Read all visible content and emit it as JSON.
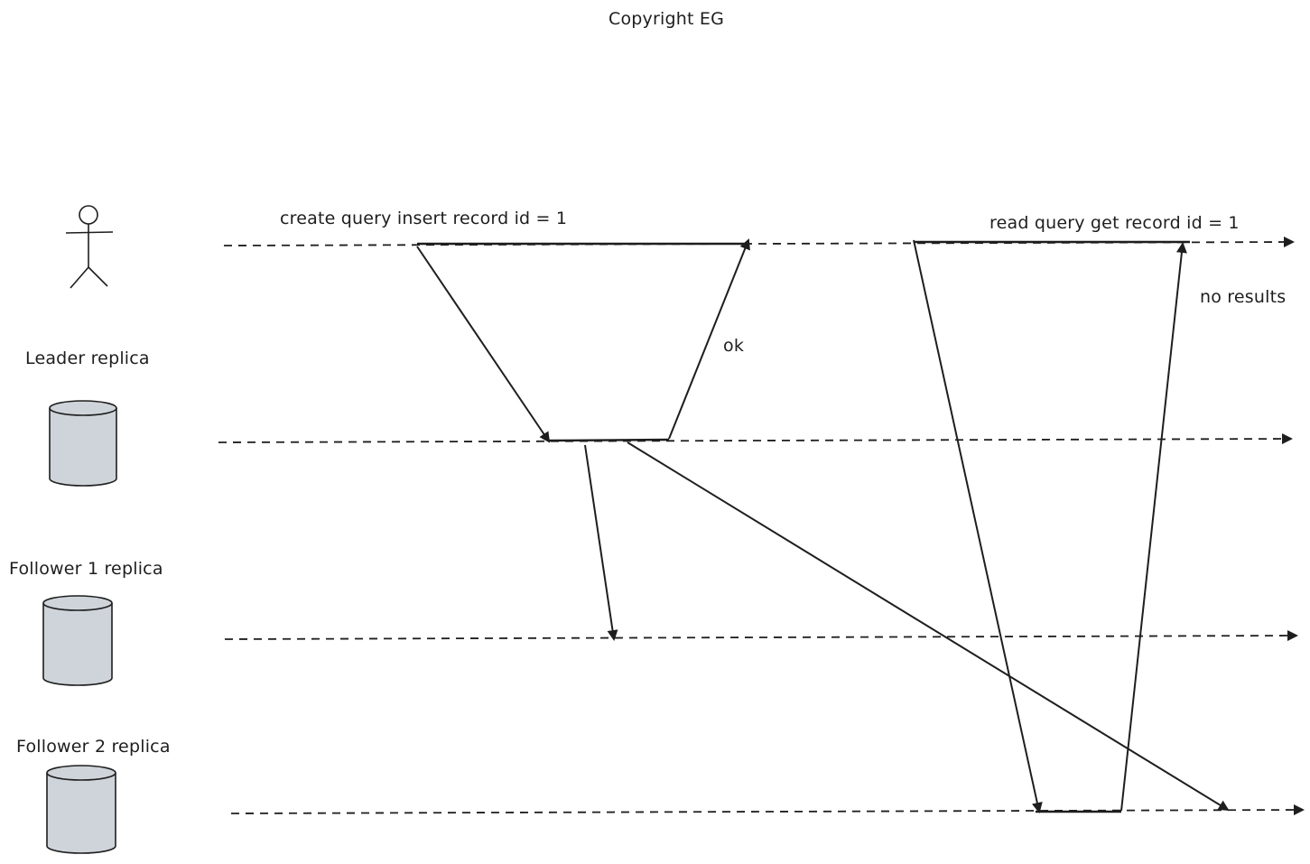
{
  "copyright": "Copyright EG",
  "actors": {
    "user": "",
    "leader": "Leader replica",
    "follower1": "Follower 1 replica",
    "follower2": "Follower 2 replica"
  },
  "messages": {
    "create_query": "create query insert record id = 1",
    "ok": "ok",
    "read_query": "read query get record id = 1",
    "no_results": "no results"
  },
  "colors": {
    "stroke": "#1e1e1e",
    "cylinder_fill": "#ced4da"
  }
}
